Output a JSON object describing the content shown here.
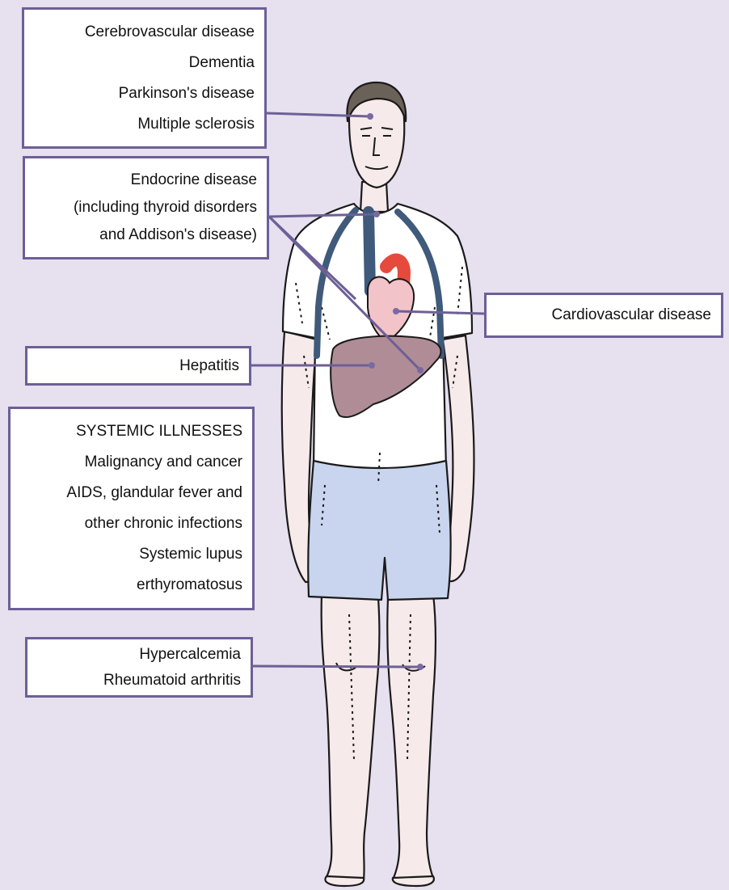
{
  "theme": {
    "background": "#e6e0ef",
    "box_border": "#6d5f96",
    "shorts": "#c9d5ee",
    "liver": "#b08d96",
    "heart": "#f2c3c8",
    "vessel": "#3f5a7a",
    "aorta": "#e64a3c",
    "skin": "#f7eaea"
  },
  "labels": {
    "neurological": [
      "Cerebrovascular disease",
      "Dementia",
      "Parkinson's disease",
      "Multiple sclerosis"
    ],
    "endocrine": [
      "Endocrine disease",
      "(including thyroid disorders",
      "and Addison's disease)"
    ],
    "cardiovascular": [
      "Cardiovascular disease"
    ],
    "hepatitis": [
      "Hepatitis"
    ],
    "systemic": [
      "SYSTEMIC ILLNESSES",
      "Malignancy and cancer",
      "AIDS, glandular fever and",
      "other chronic infections",
      "Systemic lupus",
      "erthyromatosus"
    ],
    "rheumatic": [
      "Hypercalcemia",
      "Rheumatoid arthritis"
    ]
  }
}
